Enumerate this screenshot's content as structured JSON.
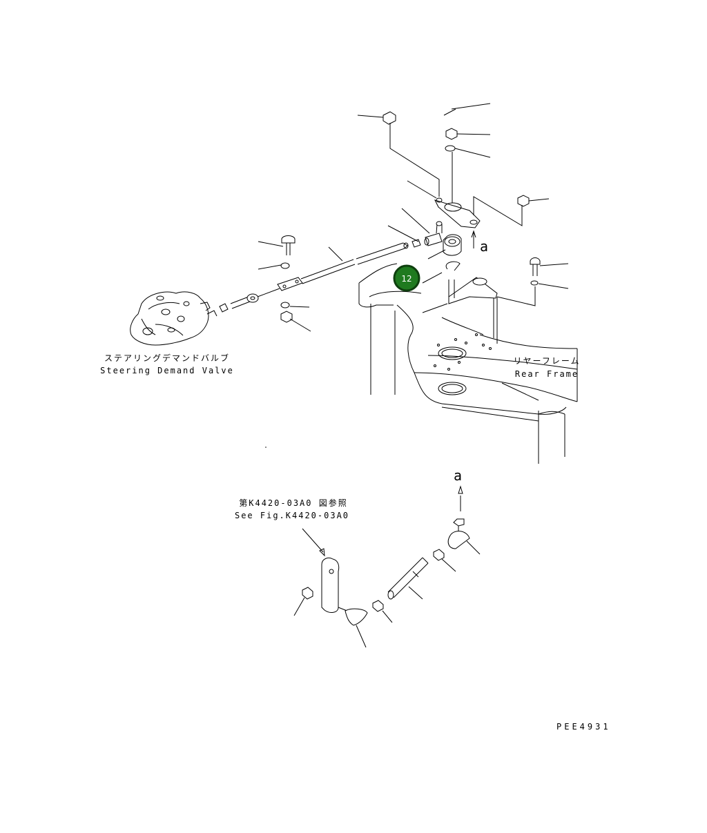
{
  "labels": {
    "steering_demand_valve_jp": "ステアリングデマンドバルブ",
    "steering_demand_valve_en": "Steering Demand Valve",
    "rear_frame_jp": "リヤーフレーム",
    "rear_frame_en": "Rear Frame",
    "view_ref_upper": "a",
    "view_ref_lower": "a",
    "see_fig_jp": "第K4420-03A0 図参照",
    "see_fig_en": "See Fig.K4420-03A0",
    "drawing_code": "PEE4931"
  },
  "callout": {
    "number": "12",
    "color": "#1f7a1f"
  }
}
